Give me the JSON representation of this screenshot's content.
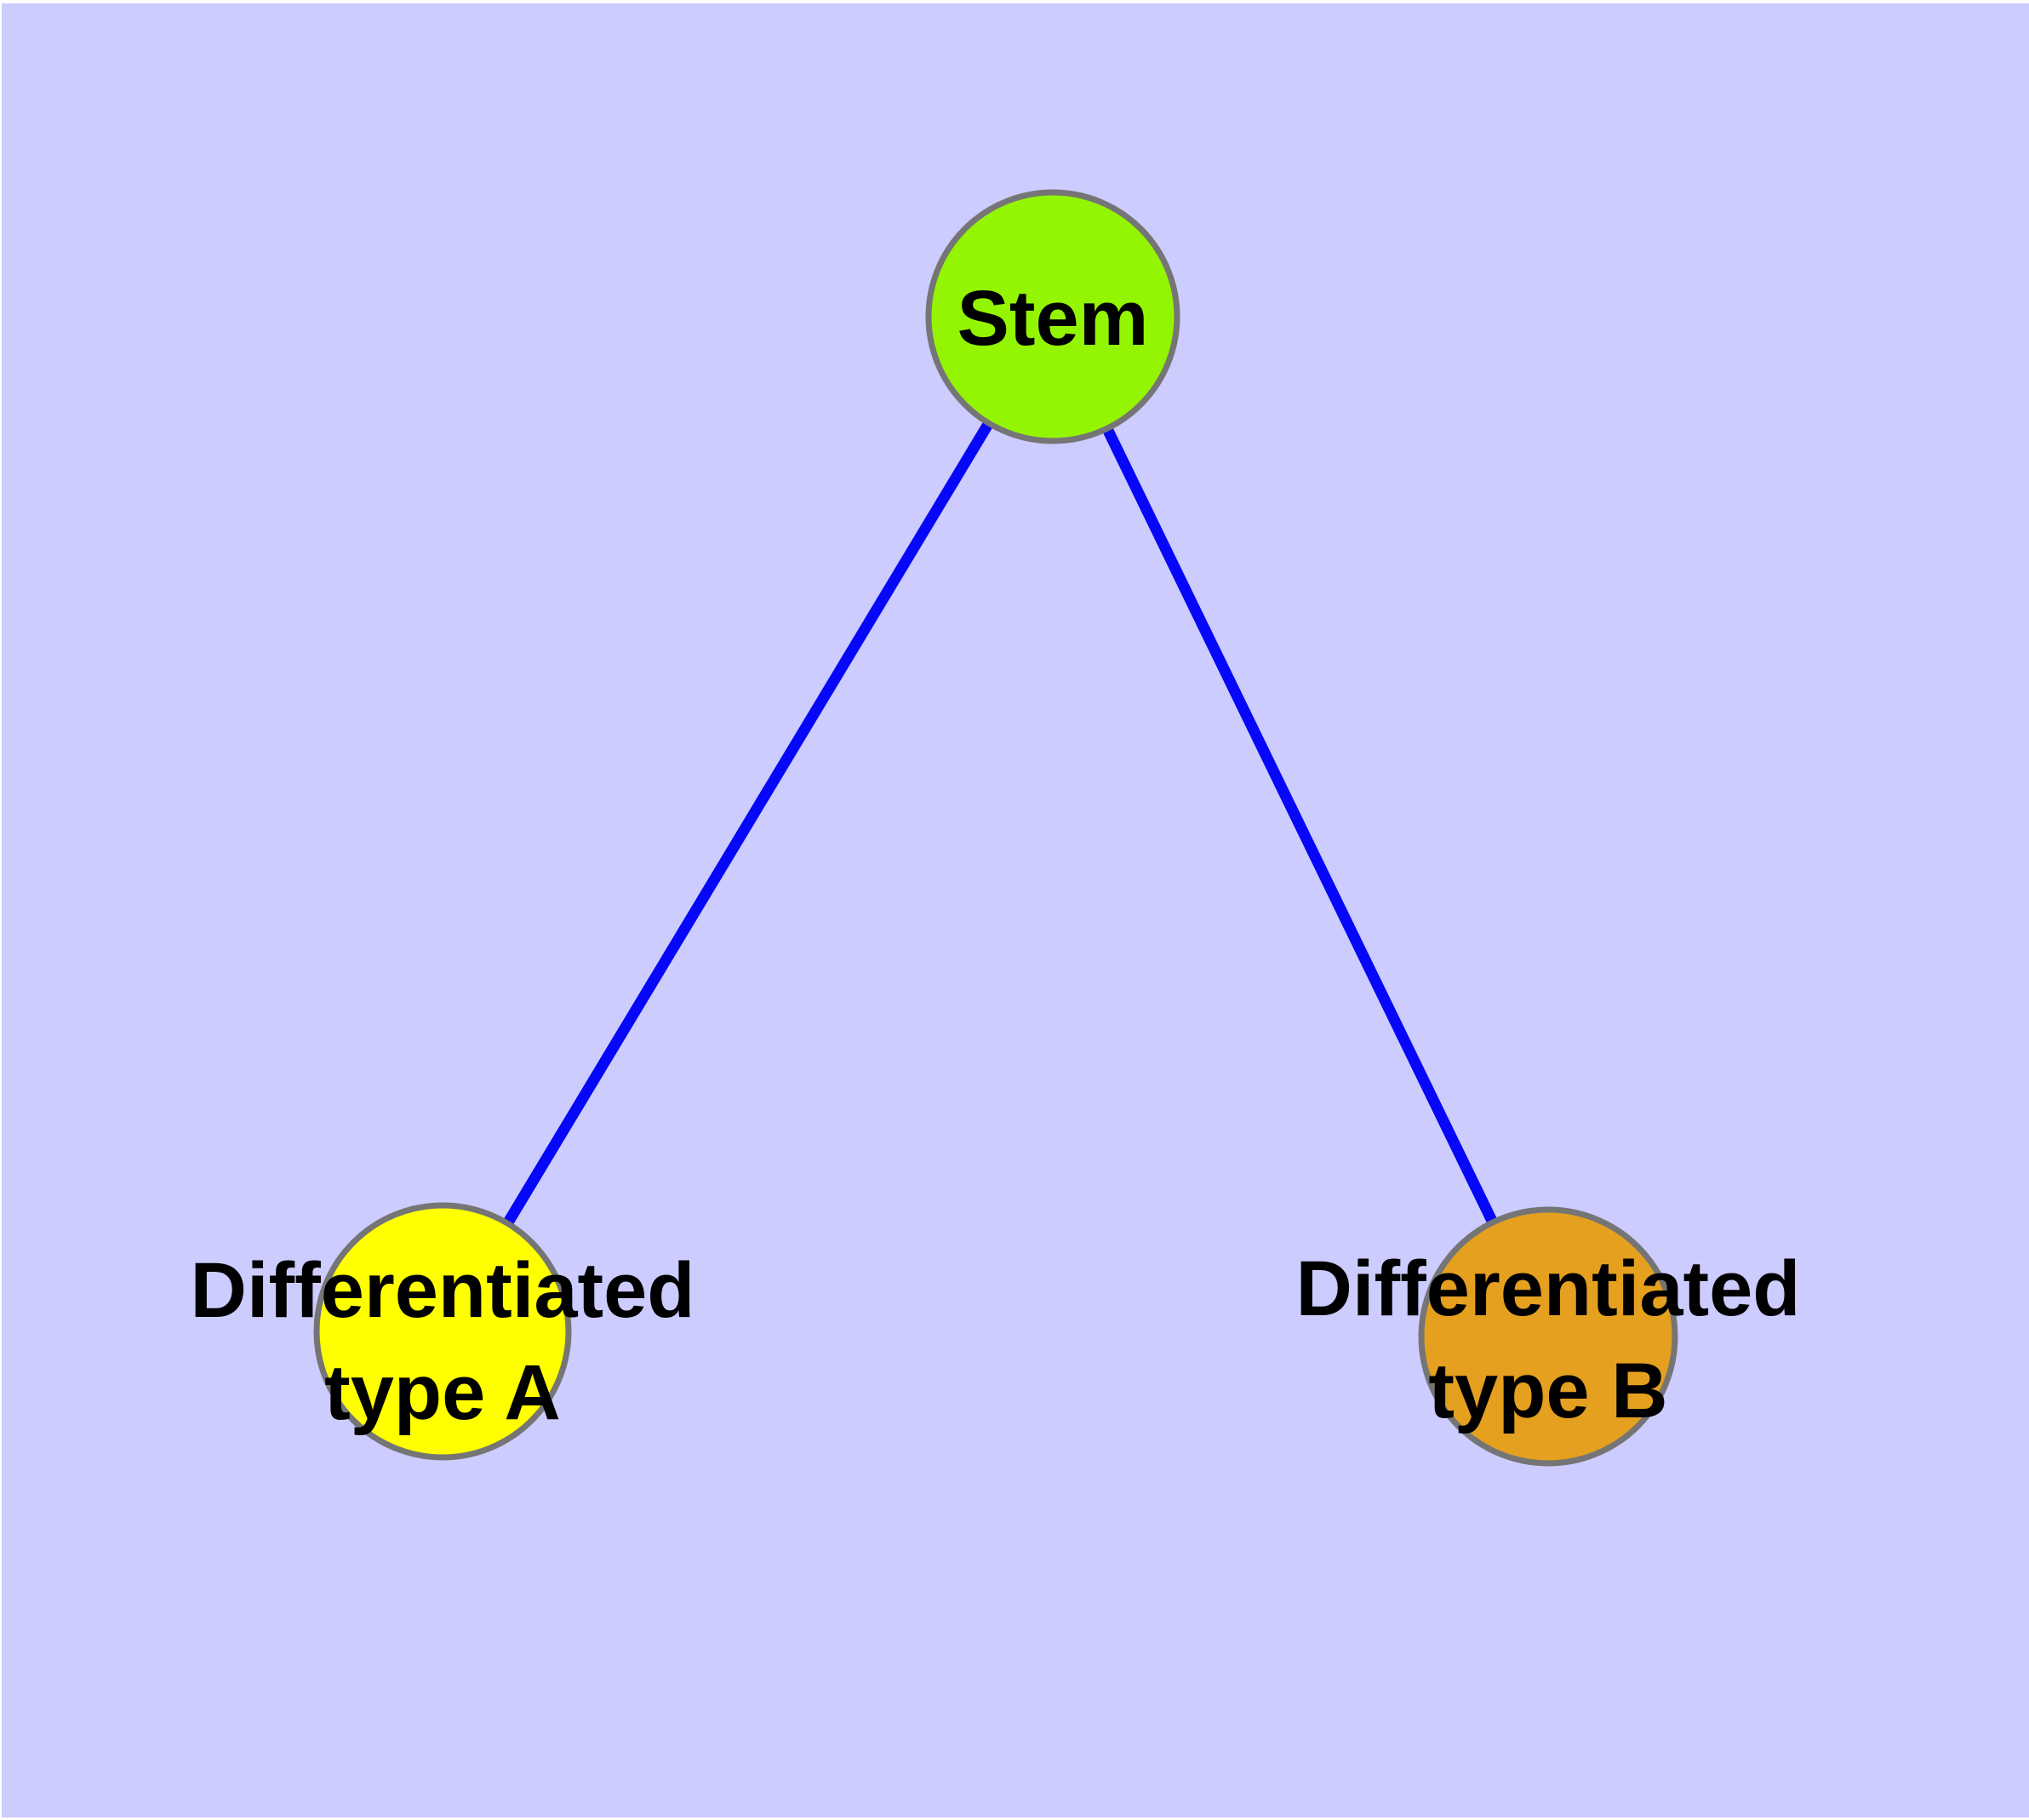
{
  "diagram": {
    "background_color": "#ccccff",
    "frame_color": "#ffffff",
    "edge_color": "#0606f8",
    "node_border_color": "#757575",
    "label_color": "#000000"
  },
  "nodes": {
    "stem": {
      "label": "Stem",
      "fill": "#94f502"
    },
    "type_a": {
      "label": "Differentiated type A",
      "label_line1": "Differentiated",
      "label_line2": "type A",
      "fill": "#ffff00"
    },
    "type_b": {
      "label": "Differentiated type B",
      "label_line1": "Differentiated",
      "label_line2": "type B",
      "fill": "#e4a01e"
    }
  },
  "edges": [
    {
      "from": "Stem",
      "to": "Differentiated type A"
    },
    {
      "from": "Stem",
      "to": "Differentiated type B"
    }
  ]
}
